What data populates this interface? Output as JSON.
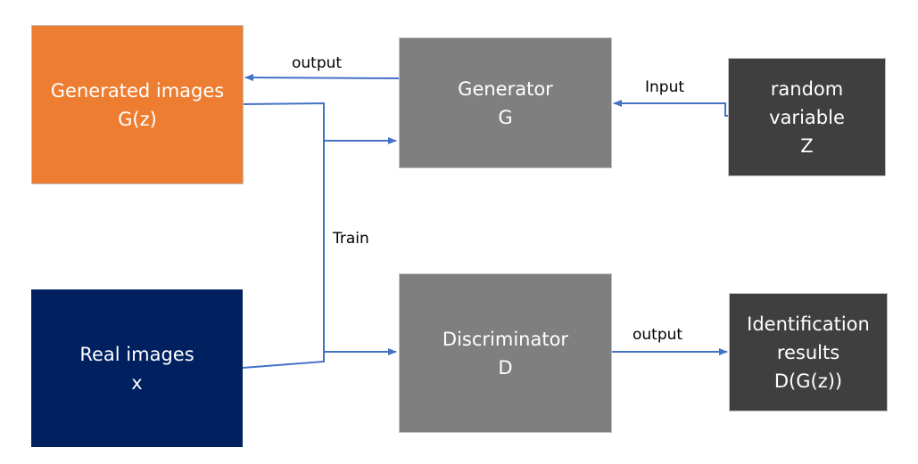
{
  "colors": {
    "generated": "#ed7d31",
    "real": "#002060",
    "process": "#7f7f7f",
    "dark": "#3f3f3f",
    "arrow": "#4472c4",
    "border": "#bfbfbf"
  },
  "boxes": {
    "generated": {
      "line1": "Generated images",
      "line2": "G(z)"
    },
    "generator": {
      "line1": "Generator",
      "line2": "G"
    },
    "random": {
      "line1": "random",
      "line2": "variable",
      "line3": "Z"
    },
    "real": {
      "line1": "Real images",
      "line2": "x"
    },
    "discriminator": {
      "line1": "Discriminator",
      "line2": "D"
    },
    "results": {
      "line1": "Identification",
      "line2": "results",
      "line3": "D(G(z))"
    }
  },
  "labels": {
    "output_top": "output",
    "input": "Input",
    "train": "Train",
    "output_bottom": "output"
  }
}
